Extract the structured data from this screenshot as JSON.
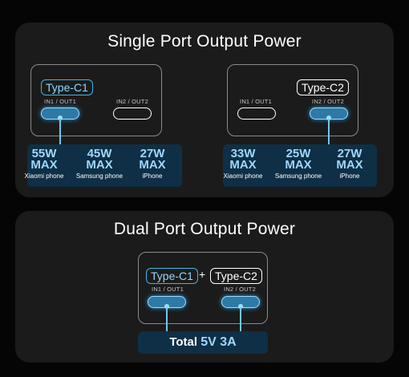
{
  "single": {
    "title": "Single Port Output Power",
    "left": {
      "badge": "Type-C1",
      "port1": "IN1 / OUT1",
      "port2": "IN2 / OUT2",
      "items": [
        {
          "watts": "55W",
          "max": "MAX",
          "device": "Xiaomi phone"
        },
        {
          "watts": "45W",
          "max": "MAX",
          "device": "Samsung phone"
        },
        {
          "watts": "27W",
          "max": "MAX",
          "device": "iPhone"
        }
      ]
    },
    "right": {
      "badge": "Type-C2",
      "port1": "IN1 / OUT1",
      "port2": "IN2 / OUT2",
      "items": [
        {
          "watts": "33W",
          "max": "MAX",
          "device": "Xiaomi phone"
        },
        {
          "watts": "25W",
          "max": "MAX",
          "device": "Samsung phone"
        },
        {
          "watts": "27W",
          "max": "MAX",
          "device": "iPhone"
        }
      ]
    }
  },
  "dual": {
    "title": "Dual Port Output Power",
    "badge1": "Type-C1",
    "plus": "+",
    "badge2": "Type-C2",
    "port1": "IN1 / OUT1",
    "port2": "IN2 / OUT2",
    "total_label": "Total",
    "total_value": "5V 3A"
  },
  "colors": {
    "accent": "#3fb6e8",
    "accent_text": "#9fd7ff",
    "panel": "#1b1b1b",
    "background": "#050505",
    "power_box": "#0e2f45"
  }
}
